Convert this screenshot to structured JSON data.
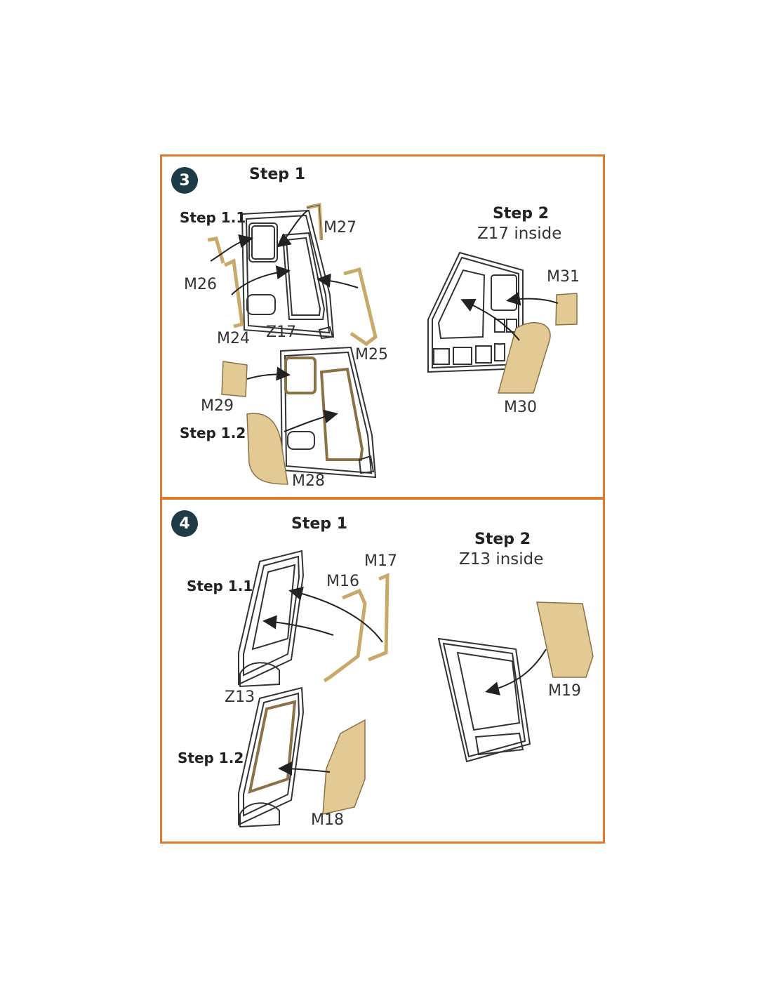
{
  "colors": {
    "border": "#e07b2e",
    "badge": "#1f3b47",
    "mask": "#e3c994",
    "mask_stroke": "#8a7146",
    "line": "#222222"
  },
  "panels": [
    {
      "number": "3",
      "step1": "Step 1",
      "step1_1": "Step 1.1",
      "step1_2": "Step 1.2",
      "step2": "Step 2",
      "step2_note": "Z17 inside",
      "parts": {
        "m27": "M27",
        "m26": "M26",
        "m24": "M24",
        "z17": "Z17",
        "m25": "M25",
        "m29": "M29",
        "m28": "M28",
        "m31": "M31",
        "m30": "M30"
      }
    },
    {
      "number": "4",
      "step1": "Step 1",
      "step1_1": "Step 1.1",
      "step1_2": "Step 1.2",
      "step2": "Step 2",
      "step2_note": "Z13 inside",
      "parts": {
        "m17": "M17",
        "m16": "M16",
        "z13": "Z13",
        "m18": "M18",
        "m19": "M19"
      }
    }
  ]
}
